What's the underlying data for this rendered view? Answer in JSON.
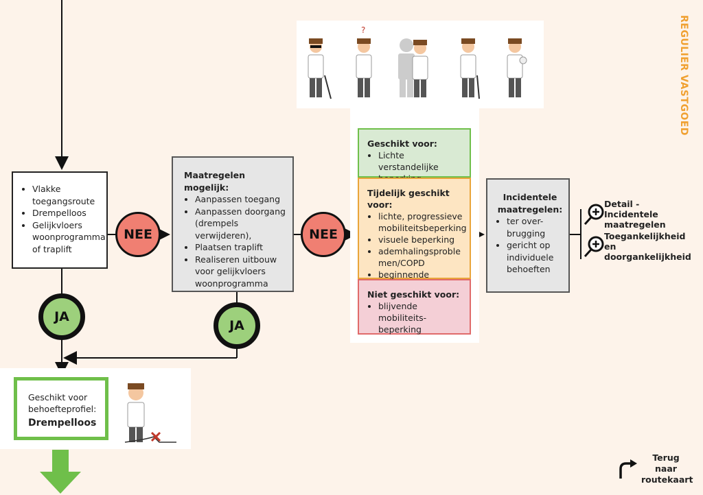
{
  "side_title": "REGULIER VASTGOED",
  "box1": {
    "items": [
      "Vlakke toegangsroute",
      "Drempelloos",
      "Gelijkvloers woonprogramma of traplift"
    ]
  },
  "box2": {
    "heading": "Maatregelen mogelijk:",
    "items": [
      "Aanpassen toegang",
      "Aanpassen doorgang (drempels verwijderen),",
      "Plaatsen traplift",
      "Realiseren uitbouw voor gelijkvloers woonprogramma"
    ]
  },
  "nee_label": "NEE",
  "ja_label": "JA",
  "suitability": {
    "suitable": {
      "heading": "Geschikt voor:",
      "items": [
        "Lichte verstandelijke beperking"
      ]
    },
    "temporary": {
      "heading": "Tijdelijk geschikt voor:",
      "items": [
        "lichte, progressieve mobiliteitsbeperking",
        "visuele beperking",
        "ademhalingsproble men/COPD",
        "beginnende dementie"
      ]
    },
    "not_suitable": {
      "heading": "Niet geschikt voor:",
      "items": [
        "blijvende mobiliteits-beperking"
      ]
    }
  },
  "box4": {
    "heading": "Incidentele maatregelen:",
    "items": [
      "ter over-brugging",
      "gericht op individuele behoeften"
    ]
  },
  "links": [
    {
      "label": "Detail - Incidentele maatregelen",
      "icon": "zoom-plus-icon"
    },
    {
      "label": "Toegankelijkheid en doorgankelijkheid",
      "icon": "zoom-plus-icon"
    }
  ],
  "profile": {
    "label": "Geschikt voor behoefteprofiel:",
    "value": "Drempelloos"
  },
  "back_link": {
    "label": "Terug naar routekaart",
    "icon": "return-arrow-icon"
  },
  "colors": {
    "background": "#fdf3ea",
    "green": "#6fbf4a",
    "orange": "#e9a53a",
    "red": "#e06a6a",
    "accent": "#f0a030"
  }
}
